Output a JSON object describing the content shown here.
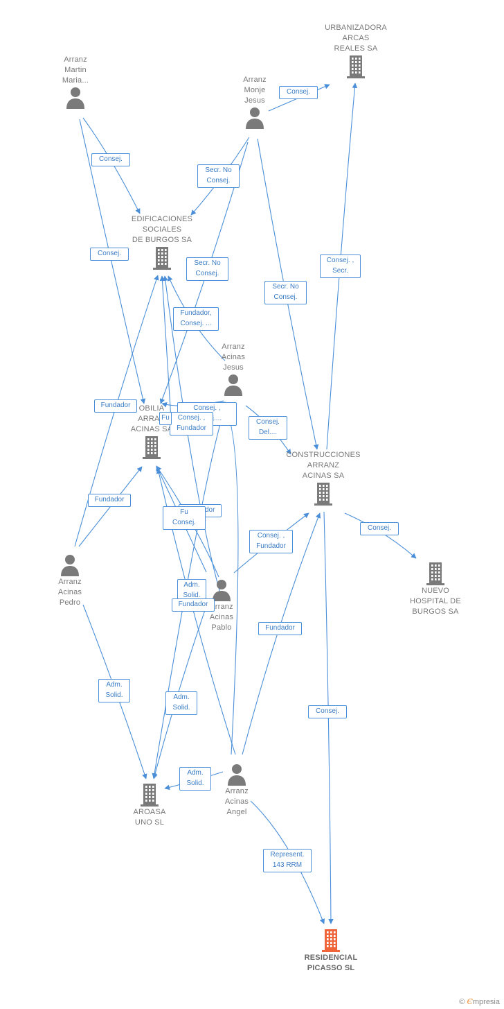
{
  "colors": {
    "edge": "#4a8fd8",
    "node": "#7a7a7a",
    "focus": "#f0643a"
  },
  "nodes": [
    {
      "id": "urbanizadora",
      "kind": "company",
      "label": "URBANIZADORA\nARCAS\nREALES SA"
    },
    {
      "id": "martin",
      "kind": "person",
      "label": "Arranz\nMartin\nMaria..."
    },
    {
      "id": "monje",
      "kind": "person",
      "label": "Arranz\nMonje\nJesus"
    },
    {
      "id": "edificaciones",
      "kind": "company",
      "label": "EDIFICACIONES\nSOCIALES\nDE BURGOS SA"
    },
    {
      "id": "jesus",
      "kind": "person",
      "label": "Arranz\nAcinas\nJesus"
    },
    {
      "id": "inmobiliaria",
      "kind": "company",
      "label": "OBILIA\nARRAN\nACINAS SA"
    },
    {
      "id": "construcciones",
      "kind": "company",
      "label": "CONSTRUCCIONES\nARRANZ\nACINAS SA"
    },
    {
      "id": "pedro",
      "kind": "person",
      "label": "Arranz\nAcinas\nPedro"
    },
    {
      "id": "pablo",
      "kind": "person",
      "label": "Arranz\nAcinas\nPablo"
    },
    {
      "id": "nuevo",
      "kind": "company",
      "label": "NUEVO\nHOSPITAL DE\nBURGOS SA"
    },
    {
      "id": "aroasa",
      "kind": "company",
      "label": "AROASA\nUNO SL"
    },
    {
      "id": "angel",
      "kind": "person",
      "label": "Arranz\nAcinas\nAngel"
    },
    {
      "id": "residencial",
      "kind": "focus",
      "label": "RESIDENCIAL\nPICASSO SL"
    }
  ],
  "badges": [
    "Consej.",
    "Consej.",
    "Consej.",
    "Secr. No\nConsej.",
    "Secr. No\nConsej.",
    "Secr. No\nConsej.",
    "Consej. ,\nSecr.",
    "Fundador,\nConsej. ...",
    "Fundador",
    "Consej. ,\nConsej....",
    "Consej. ,\nFundador",
    "Fu",
    "Consej.\nDel....",
    "Fundador",
    "Fundador",
    "Fu\nConsej.",
    "Consej. ,\nFundador",
    "Consej.",
    "Adm.\nSolid.",
    "Fundador",
    "Fundador",
    "Adm.\nSolid.",
    "Adm.\nSolid.",
    "Consej.",
    "Adm.\nSolid.",
    "Represent.\n143 RRM"
  ],
  "brand": {
    "symbol": "©",
    "e": "Є",
    "name": "mpresia"
  }
}
